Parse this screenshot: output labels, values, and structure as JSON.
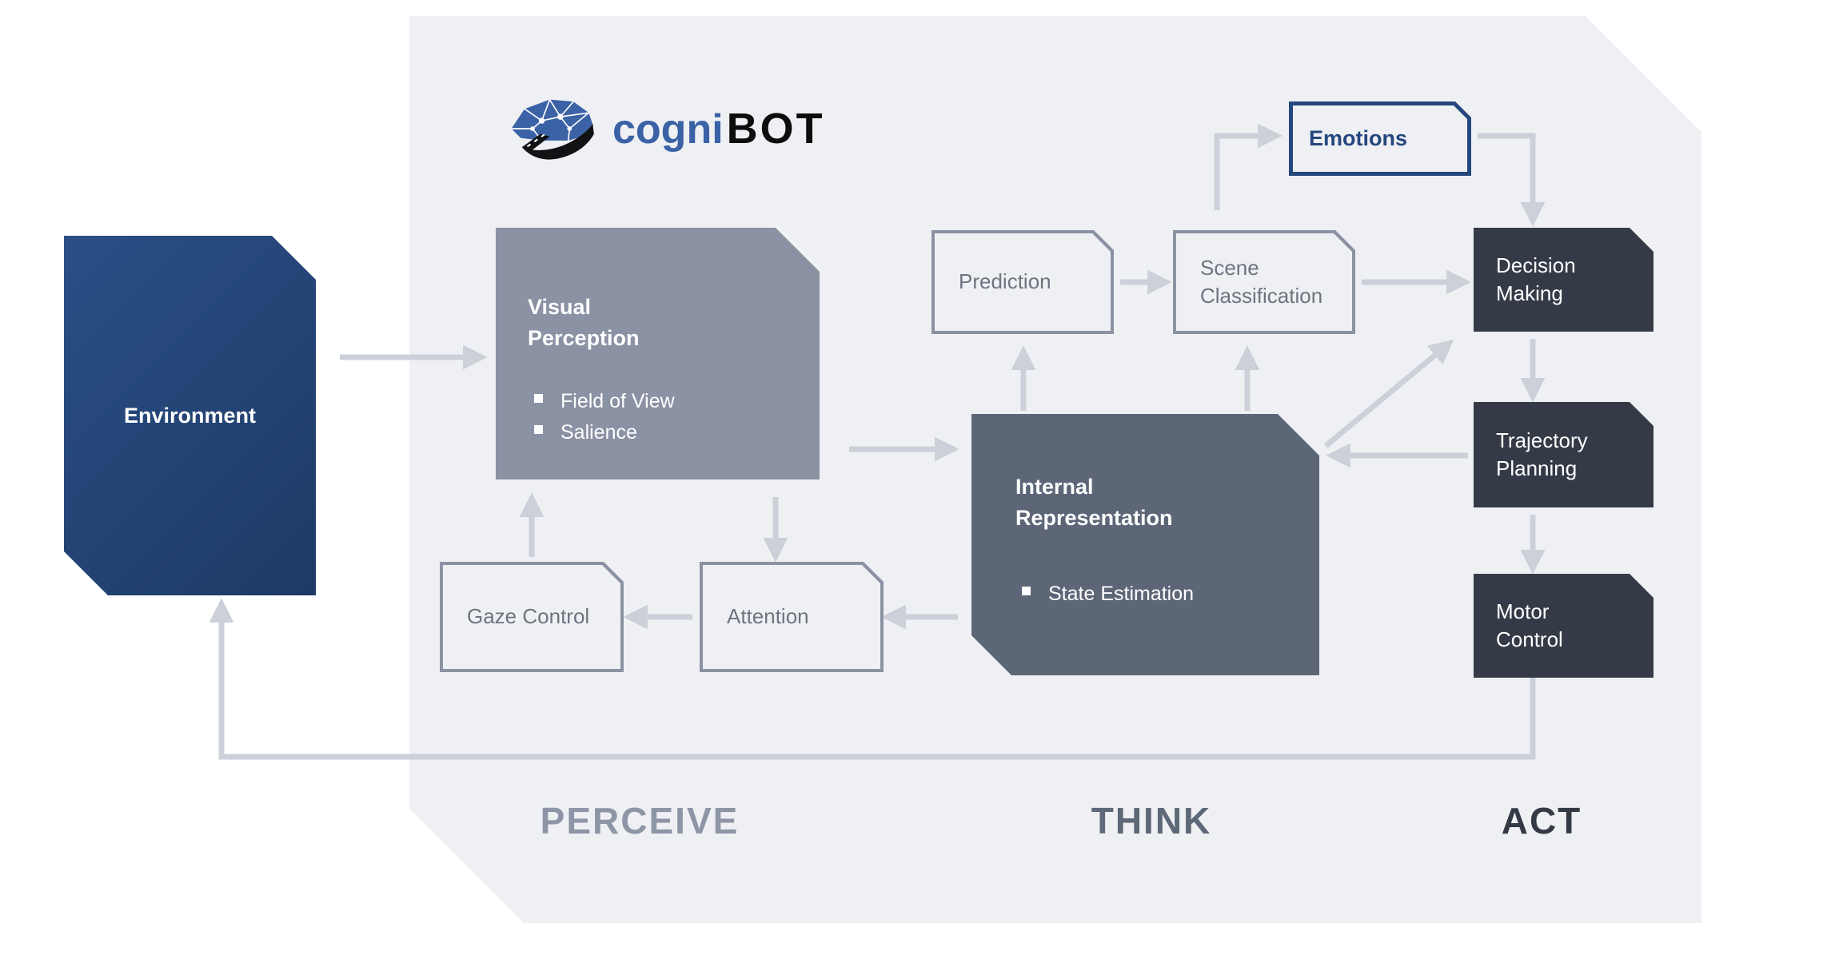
{
  "logo": {
    "brand_prefix": "cogni",
    "brand_suffix": "BOT",
    "icon": "brain-circuit-icon"
  },
  "stages": {
    "perceive": "PERCEIVE",
    "think": "THINK",
    "act": "ACT"
  },
  "nodes": {
    "environment": {
      "label": "Environment"
    },
    "visual_perception": {
      "title": "Visual Perception",
      "bullets": [
        "Field of View",
        "Salience"
      ]
    },
    "prediction": {
      "label": "Prediction"
    },
    "scene_classification": {
      "label": "Scene Classification"
    },
    "emotions": {
      "label": "Emotions"
    },
    "decision_making": {
      "label": "Decision Making"
    },
    "trajectory_planning": {
      "label": "Trajectory Planning"
    },
    "motor_control": {
      "label": "Motor Control"
    },
    "internal_representation": {
      "title": "Internal Representation",
      "bullets": [
        "State Estimation"
      ]
    },
    "gaze_control": {
      "label": "Gaze Control"
    },
    "attention": {
      "label": "Attention"
    }
  },
  "colors": {
    "panel_background": "#eff0f3",
    "environment_fill": "#1d3a66",
    "perception_fill": "#8b92a4",
    "internal_representation_fill": "#5c6677",
    "action_fill": "#343b47",
    "outline_border": "#8a92a3",
    "outline_text": "#6d7480",
    "emotions_accent": "#24477e",
    "arrow": "#cbd0d9",
    "logo_blue": "#3a62a5",
    "stage_perceive": "#8d95a6",
    "stage_think": "#5d6878",
    "stage_act": "#333a46"
  }
}
